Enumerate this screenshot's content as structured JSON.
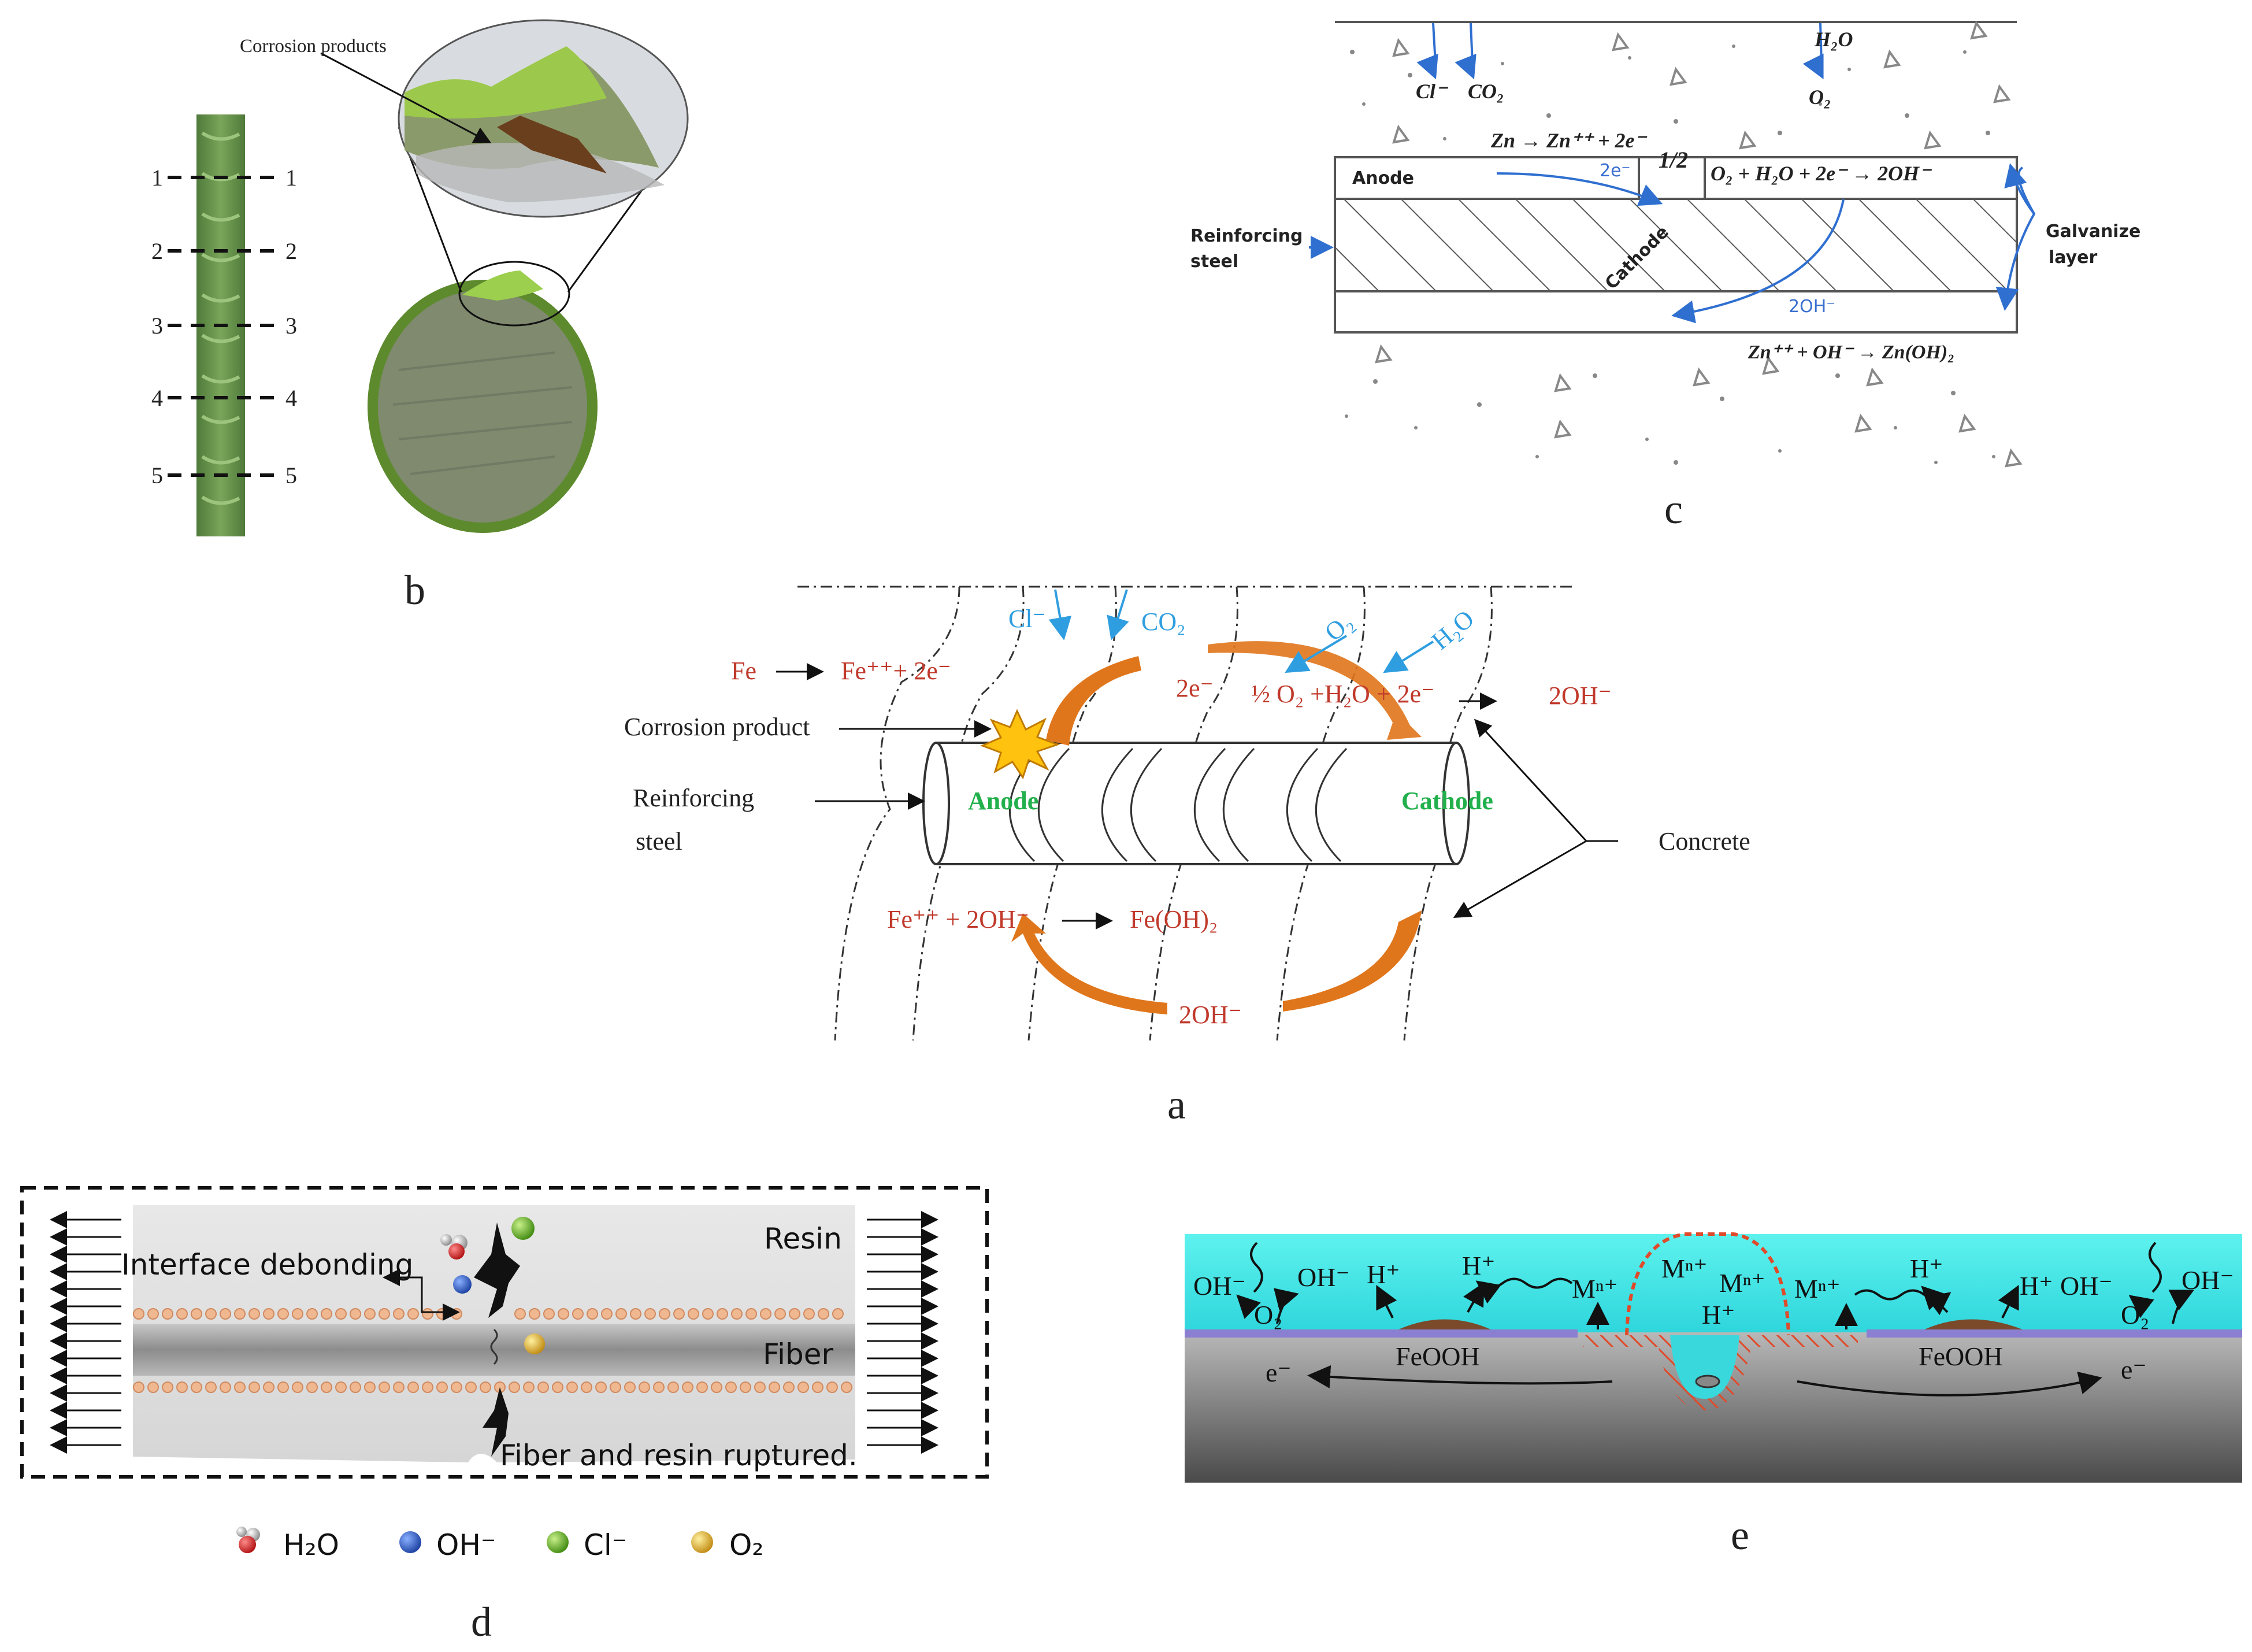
{
  "panels": {
    "a": "a",
    "b": "b",
    "c": "c",
    "d": "d",
    "e": "e"
  },
  "panel_b": {
    "callout": "Corrosion products",
    "section_numbers": [
      "1",
      "2",
      "3",
      "4",
      "5"
    ]
  },
  "panel_c": {
    "h2o": "H₂O",
    "cl": "Cl⁻",
    "co2": "CO₂",
    "o2": "O₂",
    "zn_anode_reaction": "Zn → Zn⁺⁺ + 2e⁻",
    "anode": "Anode",
    "two_e": "2e⁻",
    "half": "1/2",
    "cathode_reaction": "O₂ + H₂O + 2e⁻ → 2OH⁻",
    "reinforcing_steel": [
      "Reinforcing",
      "steel"
    ],
    "cathode": "Cathode",
    "galvanize_layer": [
      "Galvanize",
      "layer"
    ],
    "two_oh": "2OH⁻",
    "zn_hydroxide_reaction": "Zn⁺⁺ + OH⁻ → Zn(OH)₂"
  },
  "panel_a": {
    "cl": "Cl⁻",
    "co2": "CO₂",
    "o2": "O₂",
    "h2o": "H₂O",
    "fe_reaction_left": "Fe",
    "fe_reaction_right": "Fe⁺⁺+ 2e⁻",
    "two_e": "2e⁻",
    "cathode_reaction": "½ O₂ +H₂O + 2e⁻",
    "two_oh_right": "2OH⁻",
    "corrosion_product": "Corrosion product",
    "reinforcing_steel": [
      "Reinforcing",
      "steel"
    ],
    "anode": "Anode",
    "cathode": "Cathode",
    "concrete": "Concrete",
    "fe_oh_reaction_left": "Fe⁺⁺ + 2OH⁻",
    "fe_oh_reaction_right": "Fe(OH)₂",
    "two_oh_bottom": "2OH⁻"
  },
  "panel_d": {
    "interface_debonding": "Interface debonding",
    "resin": "Resin",
    "fiber": "Fiber",
    "fiber_resin_ruptured": "Fiber and resin ruptured.",
    "legend": [
      {
        "label": "H₂O",
        "color": "#cc2222"
      },
      {
        "label": "OH⁻",
        "color": "#2255cc"
      },
      {
        "label": "Cl⁻",
        "color": "#55aa22"
      },
      {
        "label": "O₂",
        "color": "#e0b020"
      }
    ]
  },
  "panel_e": {
    "oh_left": "OH⁻",
    "oh_left2": "OH⁻",
    "o2_left": "O₂",
    "h_plus_1": "H⁺",
    "h_plus_2": "H⁺",
    "m_n_left": "Mⁿ⁺",
    "m_n_center1": "Mⁿ⁺",
    "m_n_center2": "Mⁿ⁺",
    "h_plus_center": "H⁺",
    "m_n_right": "Mⁿ⁺",
    "h_plus_3": "H⁺",
    "h_plus_4": "H⁺",
    "oh_right1": "OH⁻",
    "oh_right2": "OH⁻",
    "o2_right": "O₂",
    "feooh_left": "FeOOH",
    "feooh_right": "FeOOH",
    "e_left": "e⁻",
    "e_right": "e⁻"
  }
}
